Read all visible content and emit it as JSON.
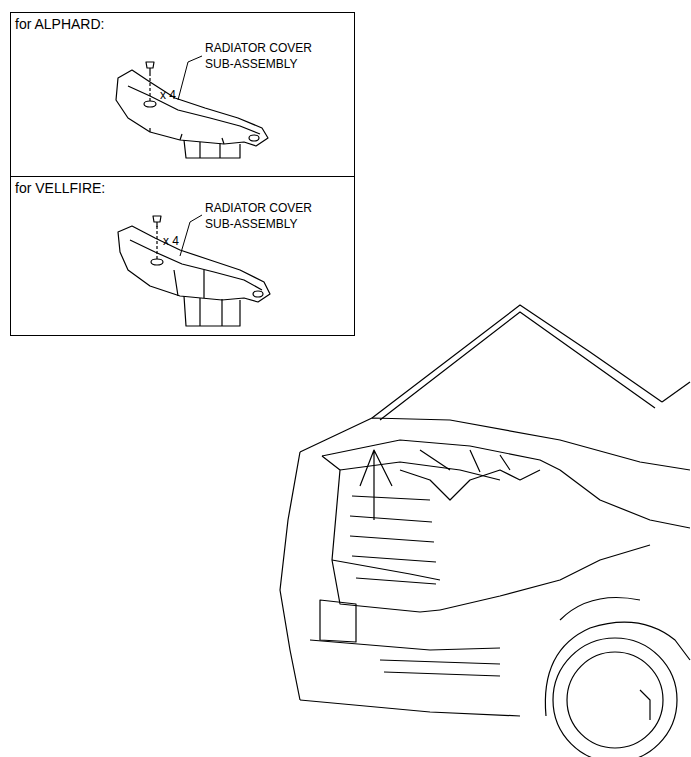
{
  "diagram": {
    "nodes": [
      {
        "text": [
          "for ALPHARD:"
        ]
      },
      {
        "text": [
          "for VELLFIRE:"
        ]
      }
    ],
    "labels": [
      "x 4",
      "RADIATOR COVER SUB-ASSEMBLY",
      "x 4",
      "RADIATOR COVER SUB-ASSEMBLY"
    ]
  }
}
